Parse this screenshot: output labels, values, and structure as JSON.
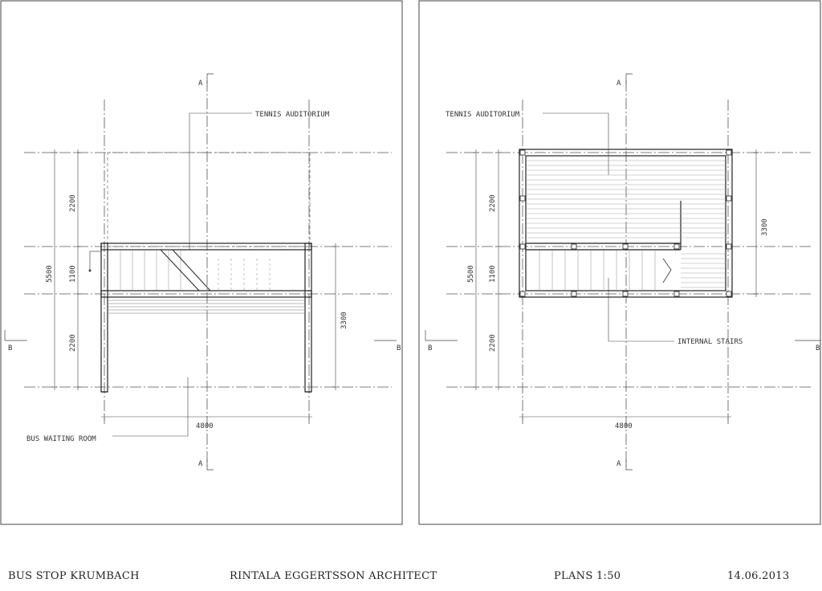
{
  "footer": {
    "project": "BUS STOP KRUMBACH",
    "architect": "RINTALA EGGERTSSON ARCHITECT",
    "sheet": "PLANS 1:50",
    "date": "14.06.2013"
  },
  "plans": {
    "left": {
      "labels": {
        "upper_room": "TENNIS AUDITORIUM",
        "lower_room": "BUS WAITING ROOM"
      },
      "dims": {
        "overall_depth": "5500",
        "top_bay": "2200",
        "middle_bay": "1100",
        "bottom_bay": "2200",
        "right_depth": "3300",
        "width": "4800"
      },
      "section_marks": {
        "a_top": "A",
        "a_bottom": "A",
        "b_left": "B",
        "b_right": "B"
      }
    },
    "right": {
      "labels": {
        "upper_room": "TENNIS AUDITORIUM",
        "stairs": "INTERNAL STAIRS"
      },
      "dims": {
        "overall_depth": "5500",
        "top_bay": "2200",
        "middle_bay": "1100",
        "bottom_bay": "2200",
        "right_depth": "3300",
        "width": "4800"
      },
      "section_marks": {
        "a_top": "A",
        "a_bottom": "A",
        "b_left": "B",
        "b_right": "B"
      }
    }
  }
}
